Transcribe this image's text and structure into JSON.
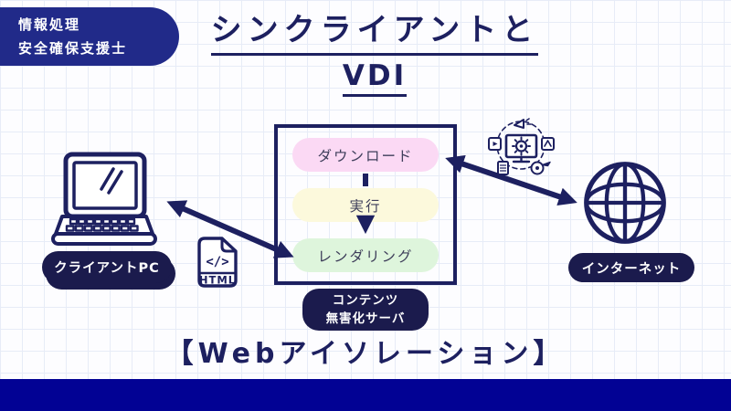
{
  "page": {
    "background": "#fdfdff",
    "grid_line_color": "#e7ecf7"
  },
  "colors": {
    "ink_navy": "#1d2060",
    "badge_blue": "#212a89",
    "label_navy": "#1b1b4d",
    "footer_blue": "#020294",
    "step_pink": "#fbd9f4",
    "step_yellow": "#fcf9dc",
    "step_green": "#def5dc"
  },
  "badge": {
    "line1": "情報処理",
    "line2": "安全確保支援士"
  },
  "title": {
    "line1": "シンクライアントと",
    "line2": "VDI"
  },
  "diagram": {
    "client_pc": {
      "label": "クライアントPC"
    },
    "internet": {
      "label": "インターネット"
    },
    "isolation_server": {
      "label_line1": "コンテンツ",
      "label_line2": "無害化サーバ"
    },
    "process_steps": [
      {
        "label": "ダウンロード"
      },
      {
        "label": "実行"
      },
      {
        "label": "レンダリング"
      }
    ],
    "html_file": {
      "code_glyph": "</>",
      "label": "HTML"
    },
    "arrows": {
      "client_to_server": "bidirectional",
      "server_to_internet": "bidirectional"
    }
  },
  "caption": "【Webアイソレーション】"
}
